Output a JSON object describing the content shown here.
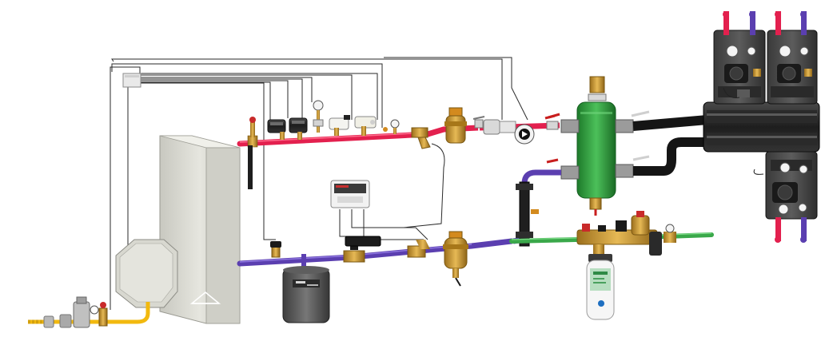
{
  "diagram": {
    "colors": {
      "supply_pipe": "#e3204e",
      "return_pipe": "#5b3fb0",
      "fill_pipe": "#3aa84a",
      "gas_pipe": "#f2b90f",
      "brass": "#c9962f",
      "separator": "#2f9a3c",
      "manifold": "#2b2b2b",
      "boiler": "#dcdcd4",
      "wire": "#222222"
    },
    "components": [
      {
        "id": "boiler",
        "icon": "boiler-cabinet-icon"
      },
      {
        "id": "burner",
        "icon": "burner-housing-icon"
      },
      {
        "id": "gas-train",
        "icon": "gas-valve-train-icon"
      },
      {
        "id": "junction-box",
        "icon": "junction-box-icon"
      },
      {
        "id": "expansion-tank",
        "icon": "expansion-tank-icon"
      },
      {
        "id": "hydraulic-separator",
        "icon": "hydraulic-separator-icon"
      },
      {
        "id": "supply-pump",
        "icon": "circulator-pump-icon"
      },
      {
        "id": "air-separator",
        "icon": "air-dirt-separator-icon"
      },
      {
        "id": "dirt-separator",
        "icon": "dirt-separator-icon"
      },
      {
        "id": "controller",
        "icon": "controller-box-icon"
      },
      {
        "id": "fill-station",
        "icon": "fill-valve-assembly-icon"
      },
      {
        "id": "water-filter",
        "icon": "water-treatment-cartridge-icon"
      },
      {
        "id": "distribution-manifold",
        "icon": "manifold-icon"
      },
      {
        "id": "pump-groups",
        "icon": "pump-station-icon"
      }
    ]
  }
}
